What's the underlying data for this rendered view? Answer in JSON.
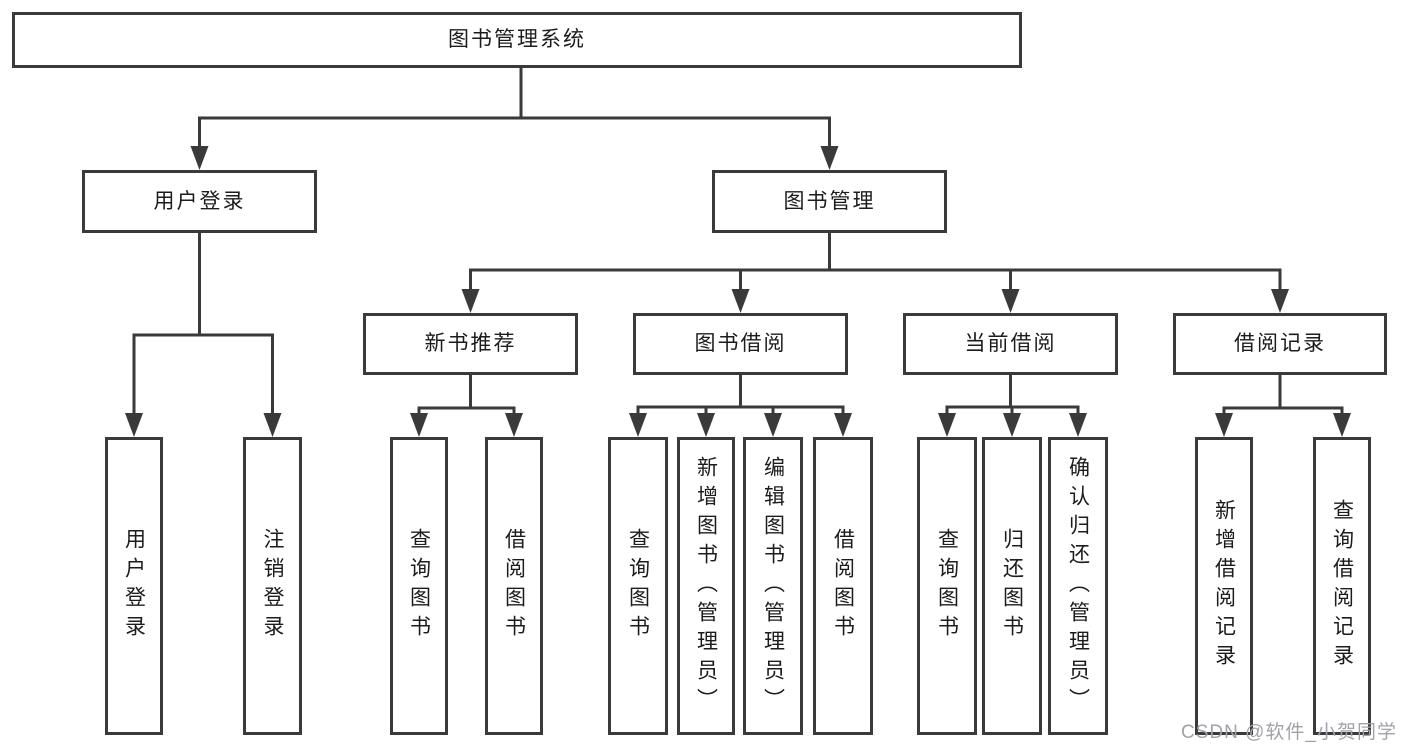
{
  "diagram": {
    "title": "图书管理系统",
    "line_color": "#3a3a3a",
    "text_color": "#1c1c1c",
    "watermark": "CSDN @软件_小贺同学",
    "watermark_color": "#a2a2aa",
    "nodes": [
      {
        "id": "root",
        "label": "图书管理系统"
      },
      {
        "id": "user-login",
        "label": "用户登录"
      },
      {
        "id": "book-mgmt",
        "label": "图书管理"
      },
      {
        "id": "new-book-rec",
        "label": "新书推荐"
      },
      {
        "id": "book-borrow",
        "label": "图书借阅"
      },
      {
        "id": "current-borrow",
        "label": "当前借阅"
      },
      {
        "id": "borrow-records",
        "label": "借阅记录"
      },
      {
        "id": "login",
        "label": "用户登录"
      },
      {
        "id": "logout",
        "label": "注销登录"
      },
      {
        "id": "nb-query",
        "label": "查询图书"
      },
      {
        "id": "nb-borrow",
        "label": "借阅图书"
      },
      {
        "id": "bb-query",
        "label": "查询图书"
      },
      {
        "id": "bb-add",
        "label": "新增图书（管理员）"
      },
      {
        "id": "bb-edit",
        "label": "编辑图书（管理员）"
      },
      {
        "id": "bb-borrow",
        "label": "借阅图书"
      },
      {
        "id": "cb-query",
        "label": "查询图书"
      },
      {
        "id": "cb-return",
        "label": "归还图书"
      },
      {
        "id": "cb-confirm",
        "label": "确认归还（管理员）"
      },
      {
        "id": "br-add",
        "label": "新增借阅记录"
      },
      {
        "id": "br-query",
        "label": "查询借阅记录"
      }
    ]
  }
}
